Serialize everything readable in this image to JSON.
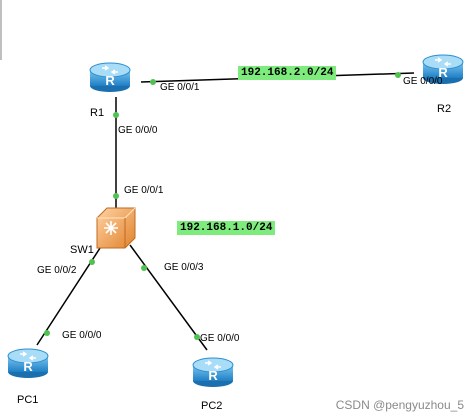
{
  "network_labels": {
    "r1_r2": "192.168.2.0/24",
    "lan": "192.168.1.0/24"
  },
  "devices": {
    "r1": "R1",
    "r2": "R2",
    "sw1": "SW1",
    "pc1": "PC1",
    "pc2": "PC2"
  },
  "ports": {
    "r1_ge001": "GE 0/0/1",
    "r2_ge000": "GE 0/0/0",
    "r1_ge000": "GE 0/0/0",
    "sw1_ge001": "GE 0/0/1",
    "sw1_ge002": "GE 0/0/2",
    "sw1_ge003": "GE 0/0/3",
    "pc1_ge000": "GE 0/0/0",
    "pc2_ge000": "GE 0/0/0"
  },
  "watermark": "CSDN @pengyuzhou_5",
  "colors": {
    "router_body": "#3aa0dc",
    "switch_body": "#f2a35b",
    "port_dot": "#4fc24f",
    "network_label_bg": "#7dec7d",
    "link": "#000000"
  }
}
